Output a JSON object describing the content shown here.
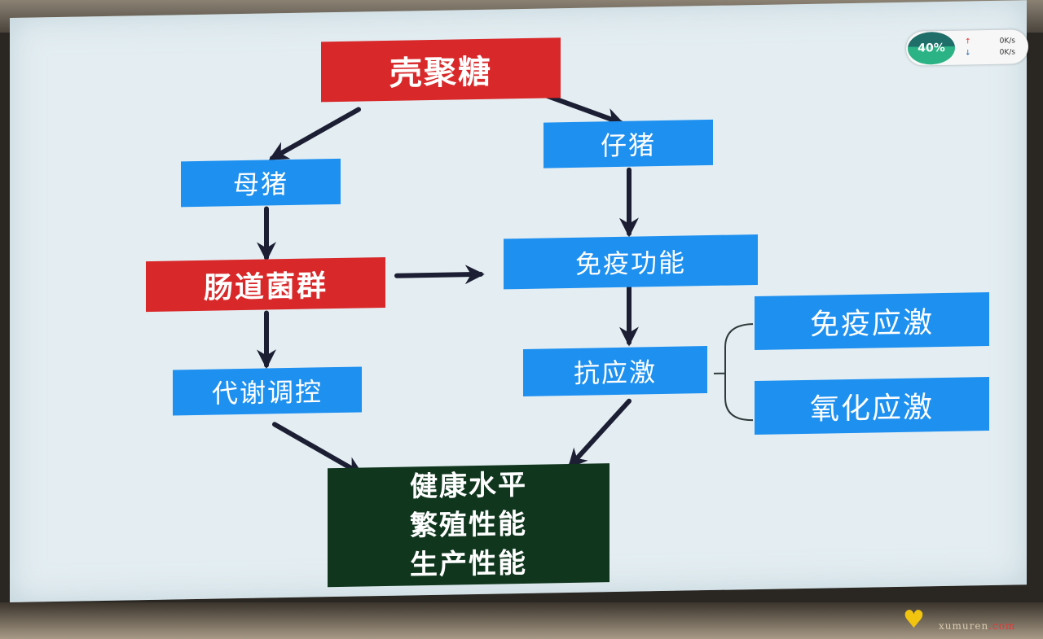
{
  "diagram": {
    "root": "壳聚糖",
    "sow": "母猪",
    "piglet": "仔猪",
    "gut_flora": "肠道菌群",
    "immune_function": "免疫功能",
    "metabolic_regulation": "代谢调控",
    "anti_stress": "抗应激",
    "immune_stress": "免疫应激",
    "oxidative_stress": "氧化应激",
    "outcomes": [
      "健康水平",
      "繁殖性能",
      "生产性能"
    ]
  },
  "network_widget": {
    "percent": "40%",
    "upload": "0K/s",
    "download": "0K/s"
  },
  "watermark": {
    "domain_main": "xumuren",
    "domain_suffix": ".com"
  },
  "colors": {
    "box_blue": "#1e90f0",
    "box_red": "#d8282a",
    "box_dark_green": "#10361e",
    "arrow": "#1c1f33",
    "screen": "#e4eef2"
  }
}
